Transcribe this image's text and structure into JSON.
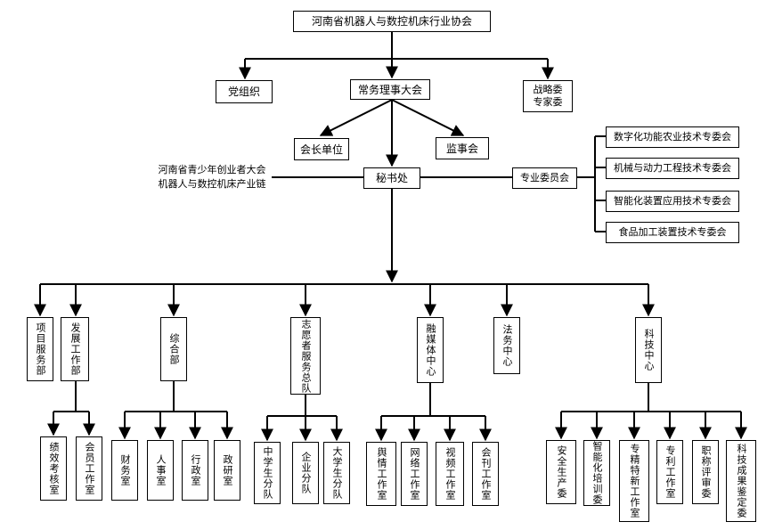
{
  "root": "河南省机器人与数控机床行业协会",
  "party": "党组织",
  "council": "常务理事大会",
  "strategy": {
    "line1": "战略委",
    "line2": "专家委"
  },
  "president_unit": "会长单位",
  "supervisory": "监事会",
  "secretariat": "秘书处",
  "youth": {
    "line1": "河南省青少年创业者大会",
    "line2": "机器人与数控机床产业链"
  },
  "committees_label": "专业委员会",
  "committees": [
    "数字化功能农业技术专委会",
    "机械与动力工程技术专委会",
    "智能化装置应用技术专委会",
    "食品加工装置技术专委会"
  ],
  "departments": {
    "project": "项目服务部",
    "development": "发展工作部",
    "general": "综合部",
    "volunteer": "志愿者服务总队",
    "media": "融媒体中心",
    "legal": "法务中心",
    "tech": "科技中心"
  },
  "development_subs": [
    "绩效考核室",
    "会员工作室"
  ],
  "general_subs": [
    "财务室",
    "人事室",
    "行政室",
    "政研室"
  ],
  "volunteer_subs": [
    "中学生分队",
    "企业分队",
    "大学生分队"
  ],
  "media_subs": [
    "舆情工作室",
    "网络工作室",
    "视频工作室",
    "会刊工作室"
  ],
  "tech_subs": [
    "安全生产委",
    "智能化培训委",
    "专精特新工作室",
    "专利工作室",
    "职称评审委",
    "科技成果鉴定委"
  ]
}
